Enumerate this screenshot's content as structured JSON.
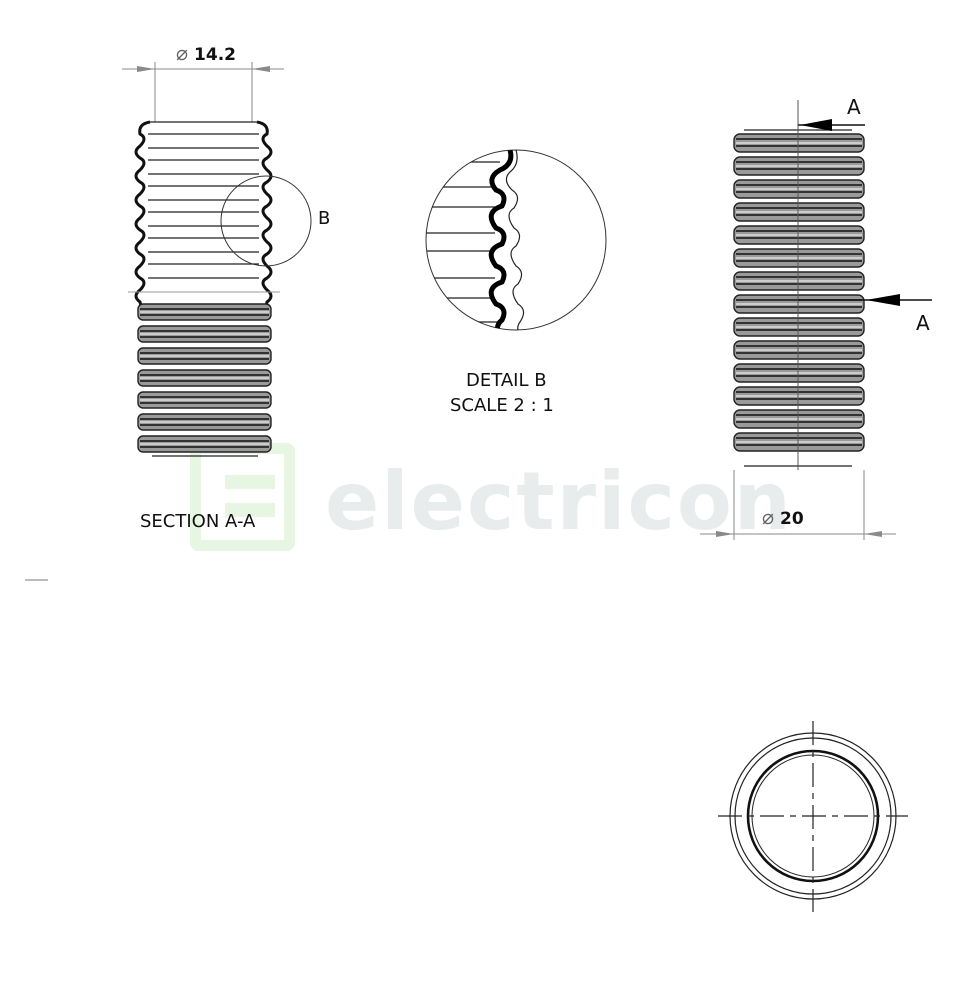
{
  "drawing": {
    "section_view": {
      "label": "SECTION A-A",
      "dimension": {
        "symbol": "⌀",
        "value": "14.2"
      },
      "detail_callout": "B"
    },
    "detail_view": {
      "title": "DETAIL B",
      "scale": "SCALE 2 : 1"
    },
    "elevation_view": {
      "dimension": {
        "symbol": "⌀",
        "value": "20"
      },
      "section_arrow_top": "A",
      "section_arrow_bottom": "A"
    },
    "end_view": {
      "description": "circular end view with centerlines"
    },
    "watermark": {
      "text": "electricon",
      "brand_color": "#e8f7e6",
      "text_color": "#e9ecec"
    },
    "colors": {
      "line": "#222222",
      "dimension_line": "#8a8a8a",
      "rib_fill": "#888888"
    }
  }
}
